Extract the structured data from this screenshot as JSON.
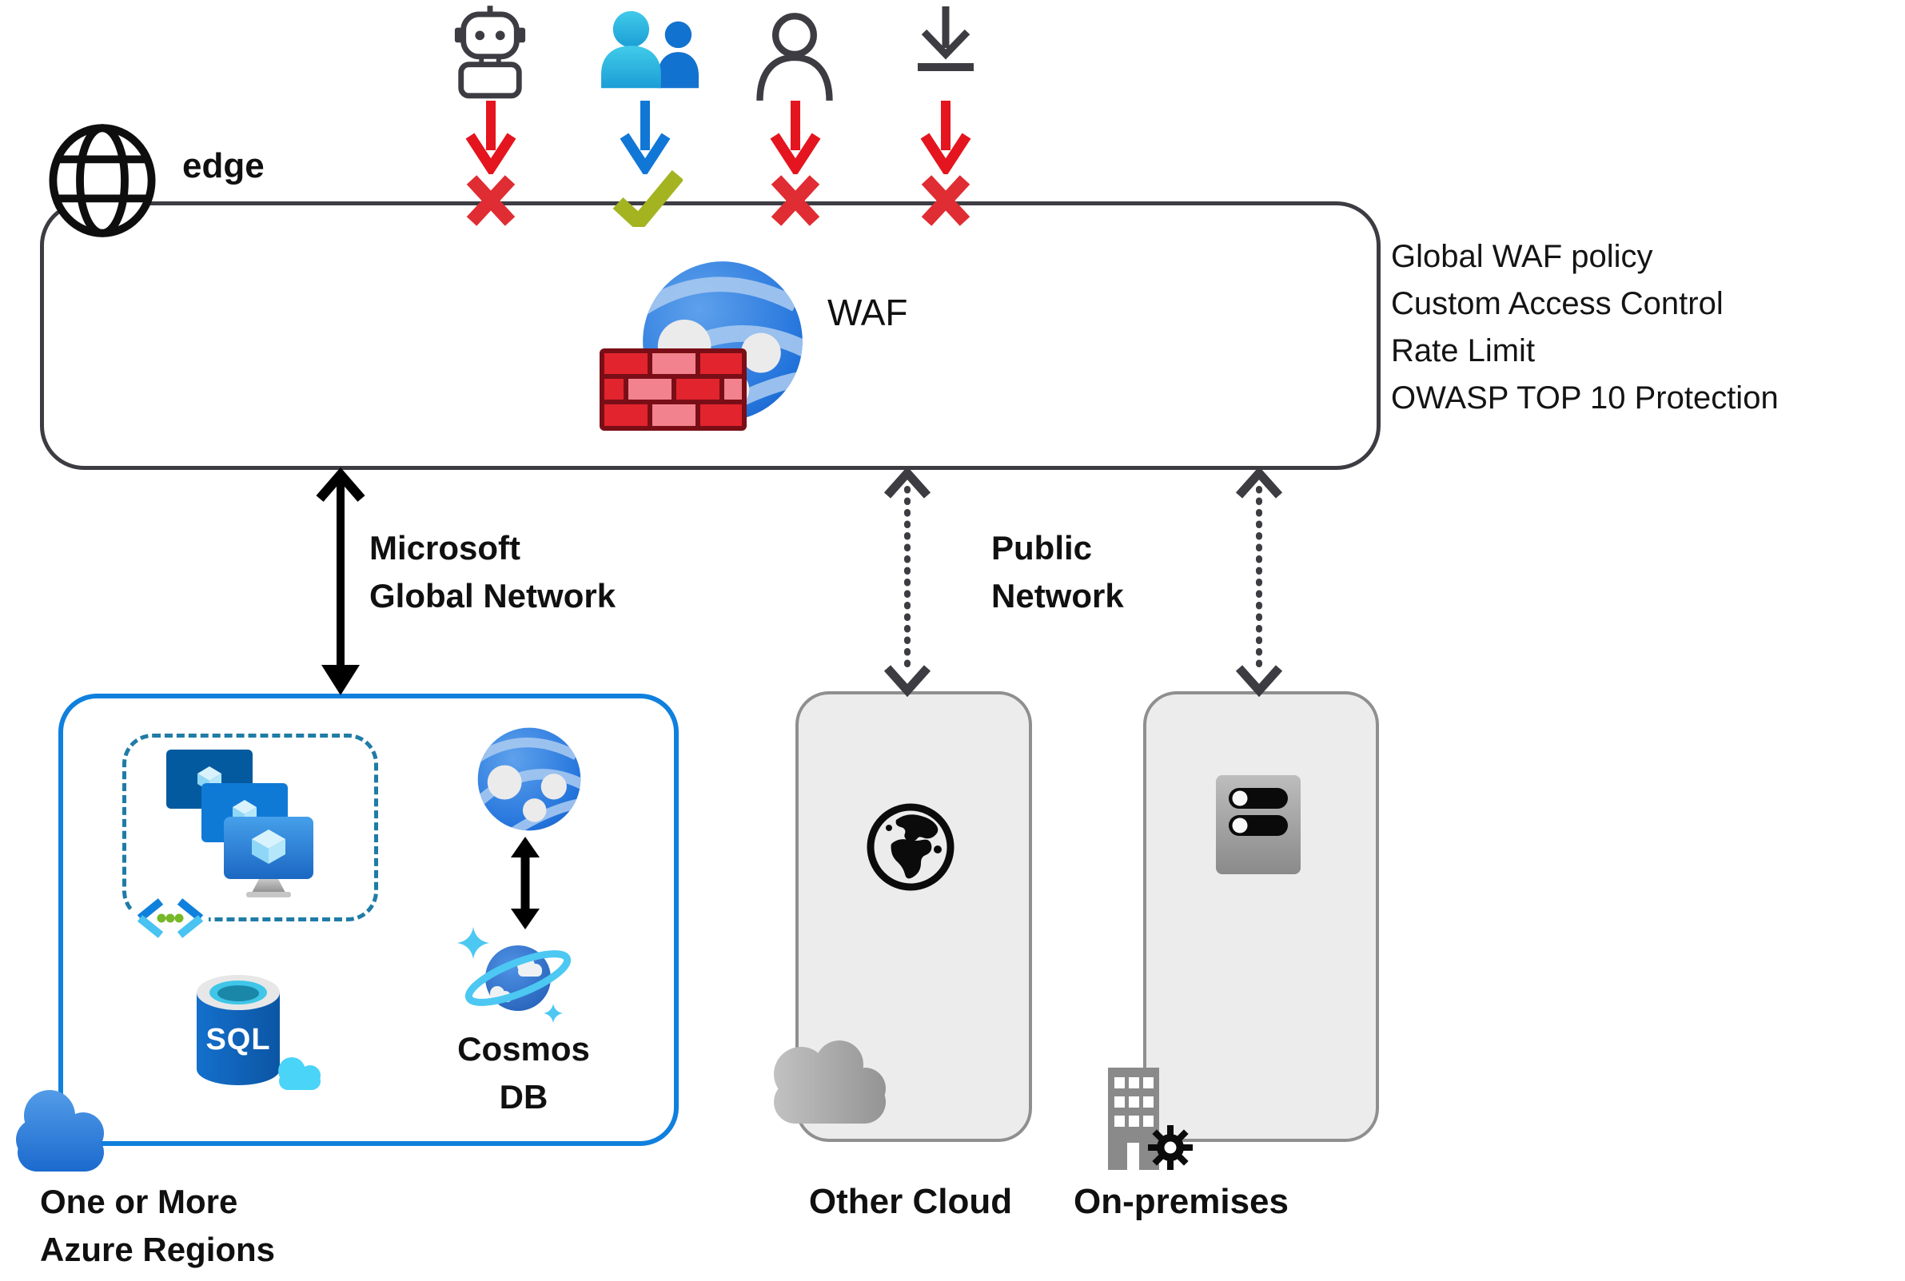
{
  "edge": {
    "label": "edge"
  },
  "waf": {
    "label": "WAF",
    "policies": [
      "Global WAF policy",
      "Custom Access Control",
      "Rate Limit",
      "OWASP TOP 10 Protection"
    ]
  },
  "connections": {
    "microsoft_global_network": [
      "Microsoft",
      "Global Network"
    ],
    "public_network": [
      "Public",
      "Network"
    ]
  },
  "azure_region": {
    "caption": [
      "One or More",
      "Azure Regions"
    ],
    "sql_label": "SQL",
    "cosmos_db": [
      "Cosmos",
      "DB"
    ]
  },
  "other_cloud": {
    "label": "Other Cloud"
  },
  "on_premises": {
    "label": "On-premises"
  },
  "traffic_sources": [
    {
      "icon": "bot-icon",
      "result": "blocked"
    },
    {
      "icon": "users-icon",
      "result": "allowed"
    },
    {
      "icon": "person-icon",
      "result": "blocked"
    },
    {
      "icon": "download-icon",
      "result": "blocked"
    }
  ],
  "colors": {
    "blocked_red": "#e4151e",
    "allowed_blue": "#1177d7",
    "check_green": "#a4b421",
    "azure_blue": "#1080dd",
    "dark_gray": "#3c3c42",
    "gray_box_fill": "#ececec",
    "gray_box_border": "#8f8f8f",
    "dashed_teal": "#1f7ca6"
  }
}
